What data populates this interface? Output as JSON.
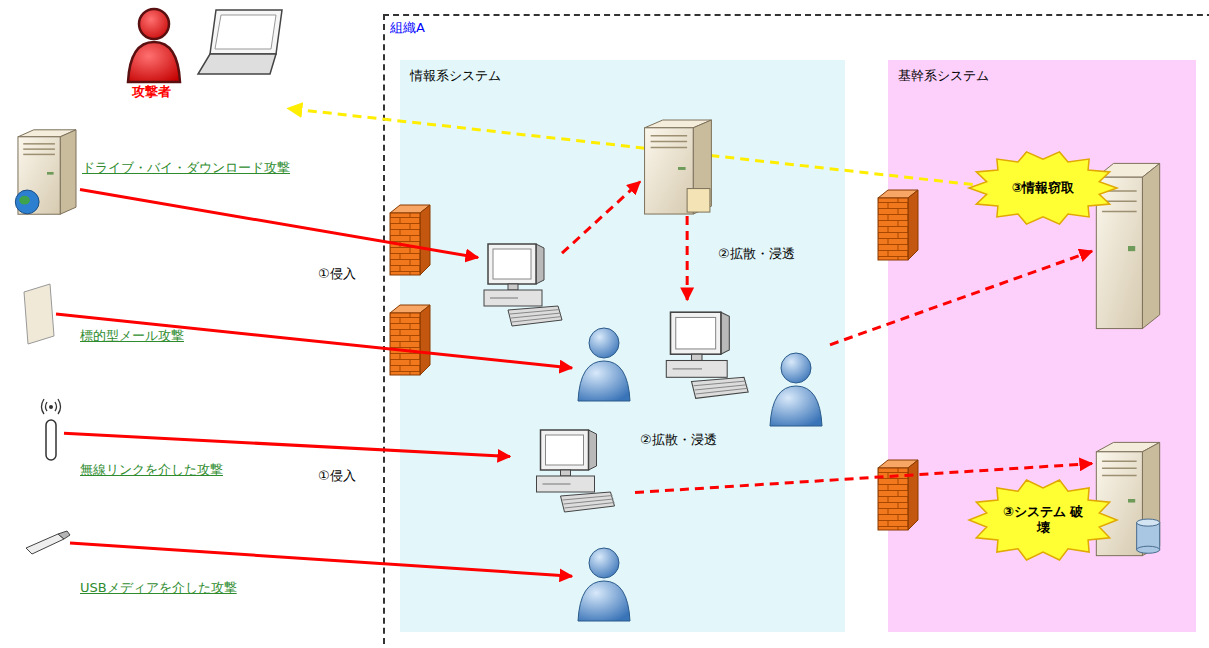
{
  "diagram": {
    "nodes": [
      {
        "text": [
          "組織A"
        ]
      },
      {
        "text": [
          "情報系システム"
        ],
        "in": 0
      },
      {
        "text": [
          "基幹系システム"
        ],
        "in": 0
      },
      {
        "text": [
          "攻撃者"
        ]
      },
      {
        "text": [
          "ドライブ・バイ・ダウンロード攻撃"
        ]
      },
      {
        "text": [
          "標的型メール攻撃"
        ]
      },
      {
        "text": [
          "無線リンクを介した攻撃"
        ]
      },
      {
        "text": [
          "USBメディアを介した攻撃"
        ]
      },
      {
        "text": [],
        "in": 1
      },
      {
        "text": [],
        "in": 1
      },
      {
        "text": [],
        "in": 1
      },
      {
        "text": [],
        "in": 1
      },
      {
        "text": [],
        "in": 1
      },
      {
        "text": [],
        "in": 1
      },
      {
        "text": [],
        "in": 2
      },
      {
        "text": [
          "③情報窃取"
        ],
        "in": 2
      },
      {
        "text": [],
        "in": 2
      },
      {
        "text": [
          "③システム 破壊"
        ],
        "in": 2
      }
    ],
    "edges": [
      {
        "from": 4,
        "to": 8,
        "arrow": "to"
      },
      {
        "from": 5,
        "to": 10,
        "arrow": "to"
      },
      {
        "from": 6,
        "to": 12,
        "arrow": "to"
      },
      {
        "from": 7,
        "to": 13,
        "arrow": "to"
      },
      {
        "from": 8,
        "to": 9,
        "arrow": "to"
      },
      {
        "from": 9,
        "to": 11,
        "arrow": "to"
      },
      {
        "from": 11,
        "to": 14,
        "arrow": "to"
      },
      {
        "from": 12,
        "to": 16,
        "arrow": "to"
      },
      {
        "from": 14,
        "to": 3,
        "arrow": "to"
      }
    ],
    "labels": [
      "①侵入",
      "②拡散・浸透",
      "②拡散・浸透",
      "①侵入"
    ]
  }
}
